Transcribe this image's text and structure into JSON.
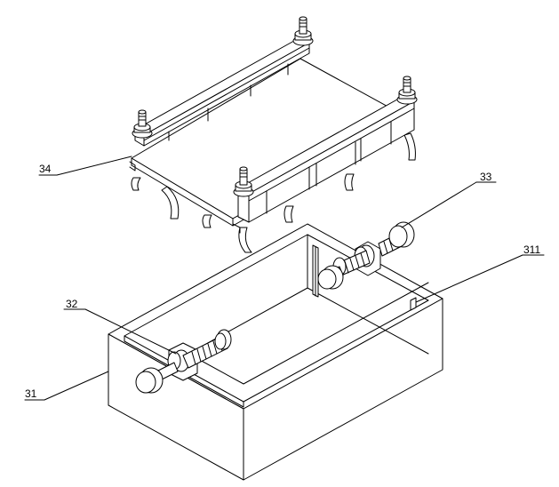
{
  "labels": {
    "l31": "31",
    "l32": "32",
    "l33": "33",
    "l34": "34",
    "l311": "311"
  }
}
